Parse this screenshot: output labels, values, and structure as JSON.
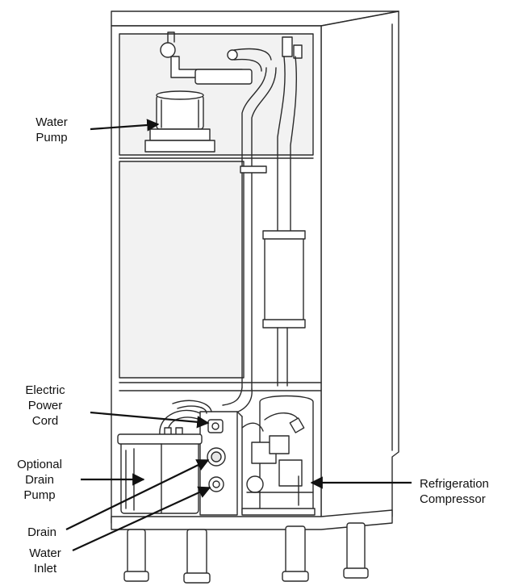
{
  "labels": {
    "water_pump": "Water\nPump",
    "electric_power_cord": "Electric\nPower\nCord",
    "optional_drain_pump": "Optional\nDrain\nPump",
    "drain": "Drain",
    "water_inlet": "Water\nInlet",
    "refrigeration_compressor": "Refrigeration\nCompressor"
  },
  "colors": {
    "line": "#2a2a2a",
    "panel_fill": "#f2f2f2",
    "text": "#111111"
  }
}
